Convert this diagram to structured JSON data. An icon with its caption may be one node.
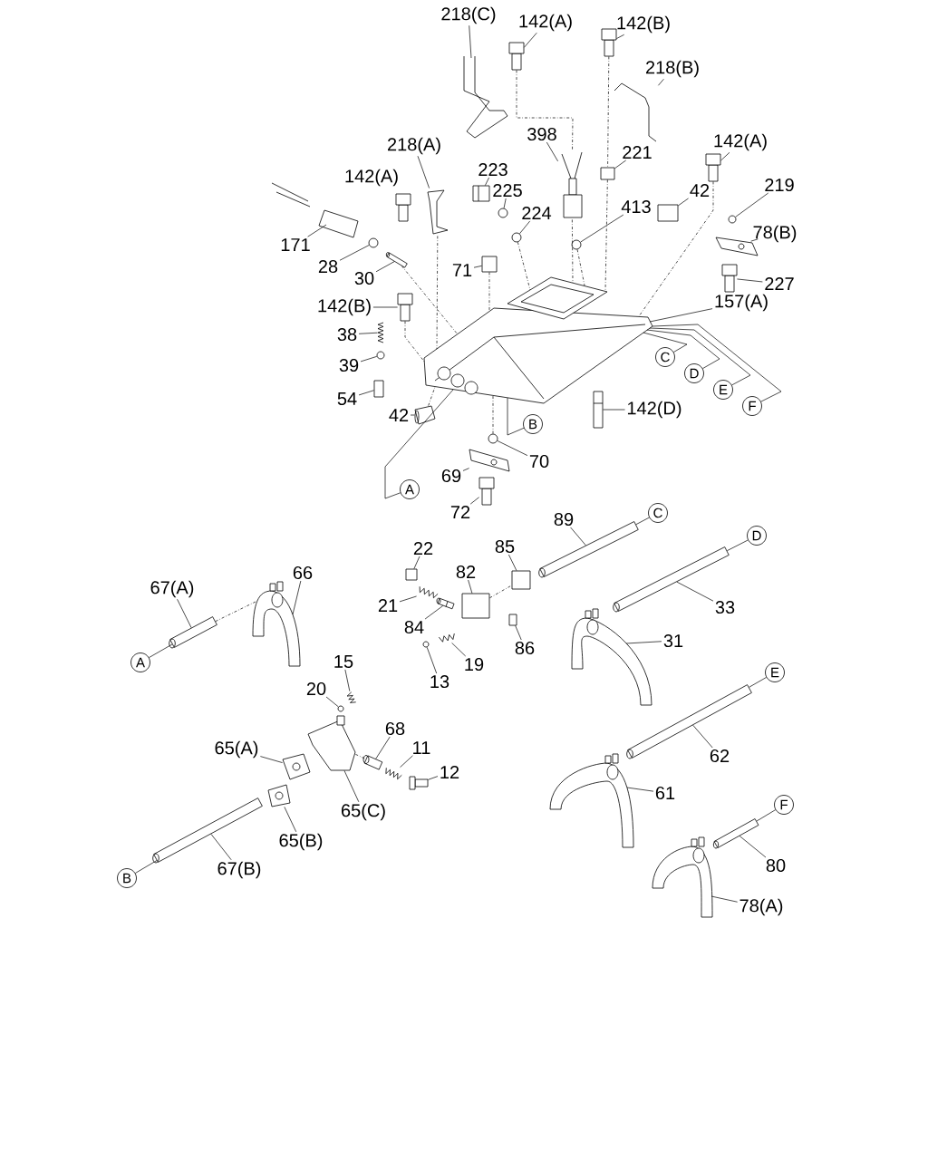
{
  "diagram": {
    "nodes": [
      {
        "text": [
          "218(C)"
        ]
      },
      {
        "text": [
          "142(A)"
        ]
      },
      {
        "text": [
          "142(B)"
        ]
      },
      {
        "text": [
          "218(B)"
        ]
      },
      {
        "text": [
          "398"
        ]
      },
      {
        "text": [
          "218(A)"
        ]
      },
      {
        "text": [
          "223"
        ]
      },
      {
        "text": [
          "221"
        ]
      },
      {
        "text": [
          "42"
        ]
      },
      {
        "text": [
          "142(A)"
        ]
      },
      {
        "text": [
          "219"
        ]
      },
      {
        "text": [
          "171"
        ]
      },
      {
        "text": [
          "225"
        ]
      },
      {
        "text": [
          "224"
        ]
      },
      {
        "text": [
          "413"
        ]
      },
      {
        "text": [
          "78(B)"
        ]
      },
      {
        "text": [
          "28"
        ]
      },
      {
        "text": [
          "30"
        ]
      },
      {
        "text": [
          "71"
        ]
      },
      {
        "text": [
          "227"
        ]
      },
      {
        "text": [
          "142(B)"
        ]
      },
      {
        "text": [
          "157(A)"
        ]
      },
      {
        "text": [
          "38"
        ]
      },
      {
        "text": [
          "39"
        ]
      },
      {
        "text": [
          "54"
        ]
      },
      {
        "text": [
          "42"
        ]
      },
      {
        "text": [
          "142(D)"
        ]
      },
      {
        "text": [
          "70"
        ]
      },
      {
        "text": [
          "69"
        ]
      },
      {
        "text": [
          "72"
        ]
      },
      {
        "text": [
          "89"
        ]
      },
      {
        "text": [
          "85"
        ]
      },
      {
        "text": [
          "22"
        ]
      },
      {
        "text": [
          "82"
        ]
      },
      {
        "text": [
          "21"
        ]
      },
      {
        "text": [
          "84"
        ]
      },
      {
        "text": [
          "66"
        ]
      },
      {
        "text": [
          "67(A)"
        ]
      },
      {
        "text": [
          "33"
        ]
      },
      {
        "text": [
          "86"
        ]
      },
      {
        "text": [
          "31"
        ]
      },
      {
        "text": [
          "19"
        ]
      },
      {
        "text": [
          "13"
        ]
      },
      {
        "text": [
          "15"
        ]
      },
      {
        "text": [
          "20"
        ]
      },
      {
        "text": [
          "62"
        ]
      },
      {
        "text": [
          "68"
        ]
      },
      {
        "text": [
          "11"
        ]
      },
      {
        "text": [
          "65(A)"
        ]
      },
      {
        "text": [
          "12"
        ]
      },
      {
        "text": [
          "61"
        ]
      },
      {
        "text": [
          "65(C)"
        ]
      },
      {
        "text": [
          "65(B)"
        ]
      },
      {
        "text": [
          "67(B)"
        ]
      },
      {
        "text": [
          "80"
        ]
      },
      {
        "text": [
          "78(A)"
        ]
      },
      {
        "text": [
          "C"
        ]
      },
      {
        "text": [
          "D"
        ]
      },
      {
        "text": [
          "E"
        ]
      },
      {
        "text": [
          "F"
        ]
      },
      {
        "text": [
          "B"
        ]
      },
      {
        "text": [
          "A"
        ]
      },
      {
        "text": [
          "C"
        ]
      },
      {
        "text": [
          "D"
        ]
      },
      {
        "text": [
          "A"
        ]
      },
      {
        "text": [
          "E"
        ]
      },
      {
        "text": [
          "B"
        ]
      },
      {
        "text": [
          "F"
        ]
      },
      {
        "text": [],
        "shape": "picture"
      },
      {
        "text": [],
        "shape": "picture"
      },
      {
        "text": [],
        "shape": "picture"
      },
      {
        "text": [],
        "shape": "picture"
      },
      {
        "text": [],
        "shape": "picture"
      },
      {
        "text": [],
        "shape": "picture"
      },
      {
        "text": [],
        "shape": "picture"
      },
      {
        "text": [],
        "shape": "box"
      },
      {
        "text": [],
        "shape": "box"
      },
      {
        "text": [],
        "shape": "picture"
      },
      {
        "text": [],
        "shape": "circle"
      },
      {
        "text": [],
        "shape": "picture"
      },
      {
        "text": [],
        "shape": "circle"
      },
      {
        "text": [],
        "shape": "circle"
      },
      {
        "text": [],
        "shape": "circle"
      },
      {
        "text": [],
        "shape": "picture"
      },
      {
        "text": [],
        "shape": "circle"
      },
      {
        "text": [],
        "shape": "picture"
      },
      {
        "text": [],
        "shape": "box"
      },
      {
        "text": [],
        "shape": "picture"
      },
      {
        "text": [],
        "shape": "picture"
      },
      {
        "text": [],
        "shape": "picture"
      },
      {
        "text": [],
        "shape": "picture"
      },
      {
        "text": [],
        "shape": "circle"
      },
      {
        "text": [],
        "shape": "box"
      },
      {
        "text": [],
        "shape": "picture"
      },
      {
        "text": [],
        "shape": "picture"
      },
      {
        "text": [],
        "shape": "circle"
      },
      {
        "text": [],
        "shape": "picture"
      },
      {
        "text": [],
        "shape": "picture"
      },
      {
        "text": [],
        "shape": "picture"
      },
      {
        "text": [],
        "shape": "box"
      },
      {
        "text": [],
        "shape": "box"
      },
      {
        "text": [],
        "shape": "box"
      },
      {
        "text": [],
        "shape": "picture"
      },
      {
        "text": [],
        "shape": "picture"
      },
      {
        "text": [],
        "shape": "picture"
      },
      {
        "text": [],
        "shape": "picture"
      },
      {
        "text": [],
        "shape": "picture"
      },
      {
        "text": [],
        "shape": "box"
      },
      {
        "text": [],
        "shape": "picture"
      },
      {
        "text": [],
        "shape": "picture"
      },
      {
        "text": [],
        "shape": "circle"
      },
      {
        "text": [],
        "shape": "picture"
      },
      {
        "text": [],
        "shape": "circle"
      },
      {
        "text": [],
        "shape": "picture"
      },
      {
        "text": [],
        "shape": "picture"
      },
      {
        "text": [],
        "shape": "picture"
      },
      {
        "text": [],
        "shape": "picture"
      },
      {
        "text": [],
        "shape": "picture"
      },
      {
        "text": [],
        "shape": "picture"
      },
      {
        "text": [],
        "shape": "picture"
      },
      {
        "text": [],
        "shape": "picture"
      },
      {
        "text": [],
        "shape": "picture"
      },
      {
        "text": [],
        "shape": "picture"
      },
      {
        "text": [],
        "shape": "picture"
      }
    ],
    "edges": [
      {
        "from": 0,
        "to": 68,
        "arrow": "none"
      },
      {
        "from": 1,
        "to": 69,
        "arrow": "none"
      },
      {
        "from": 2,
        "to": 70,
        "arrow": "none"
      },
      {
        "from": 3,
        "to": 71,
        "arrow": "none"
      },
      {
        "from": 4,
        "to": 72,
        "arrow": "none"
      },
      {
        "from": 5,
        "to": 73,
        "arrow": "none"
      },
      {
        "from": 6,
        "to": 74,
        "arrow": "none"
      },
      {
        "from": 7,
        "to": 75,
        "arrow": "none"
      },
      {
        "from": 8,
        "to": 76,
        "arrow": "none"
      },
      {
        "from": 9,
        "to": 77,
        "arrow": "none"
      },
      {
        "from": 10,
        "to": 78,
        "arrow": "none"
      },
      {
        "from": 11,
        "to": 79,
        "arrow": "none"
      },
      {
        "from": 12,
        "to": 80,
        "arrow": "none"
      },
      {
        "from": 13,
        "to": 81,
        "arrow": "none"
      },
      {
        "from": 14,
        "to": 82,
        "arrow": "none"
      },
      {
        "from": 15,
        "to": 83,
        "arrow": "none"
      },
      {
        "from": 16,
        "to": 84,
        "arrow": "none"
      },
      {
        "from": 17,
        "to": 85,
        "arrow": "none"
      },
      {
        "from": 18,
        "to": 86,
        "arrow": "none"
      },
      {
        "from": 19,
        "to": 87,
        "arrow": "none"
      },
      {
        "from": 20,
        "to": 88,
        "arrow": "none"
      },
      {
        "from": 21,
        "to": 89,
        "arrow": "none"
      },
      {
        "from": 22,
        "to": 90,
        "arrow": "none"
      },
      {
        "from": 23,
        "to": 91,
        "arrow": "none"
      },
      {
        "from": 24,
        "to": 92,
        "arrow": "none"
      },
      {
        "from": 25,
        "to": 93,
        "arrow": "none"
      },
      {
        "from": 26,
        "to": 94,
        "arrow": "none"
      },
      {
        "from": 27,
        "to": 95,
        "arrow": "none"
      },
      {
        "from": 28,
        "to": 96,
        "arrow": "none"
      },
      {
        "from": 29,
        "to": 97,
        "arrow": "none"
      },
      {
        "from": 30,
        "to": 98,
        "arrow": "none"
      },
      {
        "from": 31,
        "to": 99,
        "arrow": "none"
      },
      {
        "from": 32,
        "to": 100,
        "arrow": "none"
      },
      {
        "from": 33,
        "to": 101,
        "arrow": "none"
      },
      {
        "from": 34,
        "to": 102,
        "arrow": "none"
      },
      {
        "from": 35,
        "to": 103,
        "arrow": "none"
      },
      {
        "from": 36,
        "to": 104,
        "arrow": "none"
      },
      {
        "from": 37,
        "to": 105,
        "arrow": "none"
      },
      {
        "from": 38,
        "to": 106,
        "arrow": "none"
      },
      {
        "from": 39,
        "to": 107,
        "arrow": "none"
      },
      {
        "from": 40,
        "to": 108,
        "arrow": "none"
      },
      {
        "from": 41,
        "to": 109,
        "arrow": "none"
      },
      {
        "from": 42,
        "to": 110,
        "arrow": "none"
      },
      {
        "from": 43,
        "to": 111,
        "arrow": "none"
      },
      {
        "from": 44,
        "to": 112,
        "arrow": "none"
      },
      {
        "from": 45,
        "to": 113,
        "arrow": "none"
      },
      {
        "from": 46,
        "to": 114,
        "arrow": "none"
      },
      {
        "from": 47,
        "to": 115,
        "arrow": "none"
      },
      {
        "from": 48,
        "to": 116,
        "arrow": "none"
      },
      {
        "from": 49,
        "to": 117,
        "arrow": "none"
      },
      {
        "from": 50,
        "to": 118,
        "arrow": "none"
      },
      {
        "from": 51,
        "to": 119,
        "arrow": "none"
      },
      {
        "from": 52,
        "to": 120,
        "arrow": "none"
      },
      {
        "from": 53,
        "to": 121,
        "arrow": "none"
      },
      {
        "from": 54,
        "to": 122,
        "arrow": "none"
      },
      {
        "from": 55,
        "to": 123,
        "arrow": "none"
      },
      {
        "from": 56,
        "to": 89,
        "arrow": "none"
      },
      {
        "from": 57,
        "to": 89,
        "arrow": "none"
      },
      {
        "from": 58,
        "to": 89,
        "arrow": "none"
      },
      {
        "from": 59,
        "to": 89,
        "arrow": "none"
      },
      {
        "from": 60,
        "to": 89,
        "arrow": "none"
      },
      {
        "from": 61,
        "to": 89,
        "arrow": "none"
      },
      {
        "from": 62,
        "to": 98,
        "arrow": "none"
      },
      {
        "from": 63,
        "to": 106,
        "arrow": "none"
      },
      {
        "from": 64,
        "to": 105,
        "arrow": "none"
      },
      {
        "from": 65,
        "to": 113,
        "arrow": "none"
      },
      {
        "from": 66,
        "to": 121,
        "arrow": "none"
      },
      {
        "from": 67,
        "to": 122,
        "arrow": "none"
      },
      {
        "from": 69,
        "to": 72,
        "arrow": "none",
        "style": "dashed"
      },
      {
        "from": 70,
        "to": 75,
        "arrow": "none",
        "style": "dashed"
      },
      {
        "from": 75,
        "to": 89,
        "arrow": "none",
        "style": "dashed"
      },
      {
        "from": 77,
        "to": 89,
        "arrow": "none",
        "style": "dashed"
      },
      {
        "from": 73,
        "to": 89,
        "arrow": "none",
        "style": "dashed"
      },
      {
        "from": 86,
        "to": 89,
        "arrow": "none",
        "style": "dashed"
      },
      {
        "from": 85,
        "to": 89,
        "arrow": "none",
        "style": "dashed"
      },
      {
        "from": 81,
        "to": 89,
        "arrow": "none",
        "style": "dashed"
      },
      {
        "from": 72,
        "to": 89,
        "arrow": "none",
        "style": "dashed"
      },
      {
        "from": 82,
        "to": 89,
        "arrow": "none",
        "style": "dashed"
      },
      {
        "from": 88,
        "to": 89,
        "arrow": "none",
        "style": "dashed"
      },
      {
        "from": 95,
        "to": 89,
        "arrow": "none",
        "style": "dashed"
      },
      {
        "from": 93,
        "to": 89,
        "arrow": "none",
        "style": "dashed"
      },
      {
        "from": 105,
        "to": 104,
        "arrow": "none",
        "style": "dashed"
      },
      {
        "from": 101,
        "to": 99,
        "arrow": "none",
        "style": "dashed"
      },
      {
        "from": 119,
        "to": 114,
        "arrow": "none",
        "style": "dashed"
      }
    ],
    "labels": [
      "142(A)"
    ]
  }
}
